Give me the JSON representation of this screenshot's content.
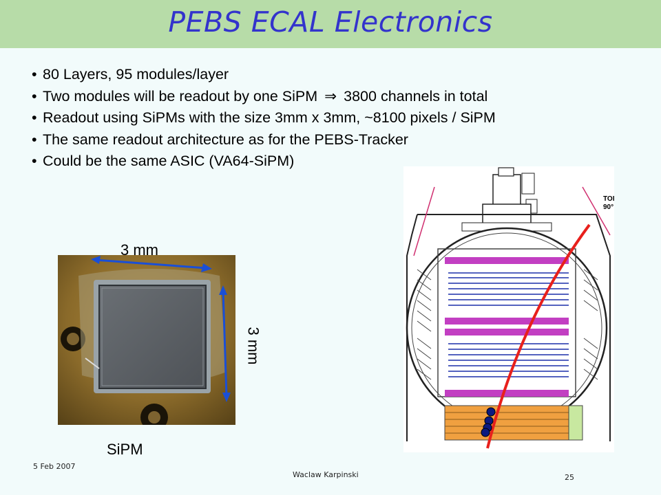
{
  "slide": {
    "title": "PEBS ECAL Electronics",
    "bullets": [
      {
        "text": "80 Layers, 95 modules/layer"
      },
      {
        "before": "Two modules will be readout by one SiPM",
        "arrow": "⇒",
        "after": "3800 channels in total"
      },
      {
        "text": "Readout using SiPMs with the size 3mm x 3mm, ~8100 pixels / SiPM"
      },
      {
        "text": "The same readout architecture as for the PEBS-Tracker"
      },
      {
        "text": "Could be the same ASIC (VA64-SiPM)"
      }
    ],
    "bullet_char": "•"
  },
  "sipm_figure": {
    "width_label": "3 mm",
    "height_label": "3 mm",
    "caption": "SiPM"
  },
  "detector_figure": {
    "corner_label_1": "TOI",
    "corner_label_2": "90°"
  },
  "footer": {
    "date": "5 Feb 2007",
    "author": "Waclaw Karpinski",
    "page": "25"
  },
  "colors": {
    "title": "#3333cc",
    "title_bar": "#b7dca8",
    "background": "#f2fbfb",
    "track": "#e8201c",
    "modules": "#c23fc2",
    "hits": "#0c1a80"
  }
}
